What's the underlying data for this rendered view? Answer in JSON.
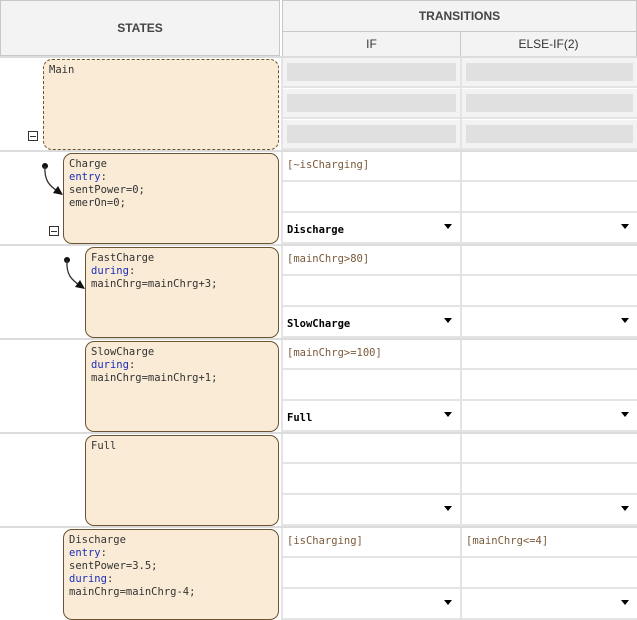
{
  "header": {
    "states": "STATES",
    "transitions": "TRANSITIONS",
    "if": "IF",
    "else_if": "ELSE-IF(2)"
  },
  "states": [
    {
      "name": "Main",
      "lines": [],
      "cond_if": "",
      "cond_else": "",
      "dest_if": "",
      "dest_else": "",
      "inactive": true
    },
    {
      "name": "Charge",
      "lines": [
        {
          "kw": "entry",
          ":": ":"
        },
        "sentPower=0;",
        "emerOn=0;"
      ],
      "cond_if": "[~isCharging]",
      "cond_else": "",
      "dest_if": "Discharge",
      "dest_else": ""
    },
    {
      "name": "FastCharge",
      "lines": [
        {
          "kw": "during"
        },
        "mainChrg=mainChrg+3;"
      ],
      "cond_if": "[mainChrg>80]",
      "cond_else": "",
      "dest_if": "SlowCharge",
      "dest_else": ""
    },
    {
      "name": "SlowCharge",
      "lines": [
        {
          "kw": "during"
        },
        "mainChrg=mainChrg+1;"
      ],
      "cond_if": "[mainChrg>=100]",
      "cond_else": "",
      "dest_if": "Full",
      "dest_else": ""
    },
    {
      "name": "Full",
      "lines": [],
      "cond_if": "",
      "cond_else": "",
      "dest_if": "",
      "dest_else": ""
    },
    {
      "name": "Discharge",
      "lines": [
        {
          "kw": "entry"
        },
        "sentPower=3.5;",
        {
          "kw": "during"
        },
        "mainChrg=mainChrg-4;"
      ],
      "cond_if": "[isCharging]",
      "cond_else": "[mainChrg<=4]",
      "dest_if": "",
      "dest_else": ""
    }
  ],
  "colors": {
    "state_fill": "#faebd7",
    "state_border": "#6b5432",
    "keyword": "#1c2fb8"
  }
}
